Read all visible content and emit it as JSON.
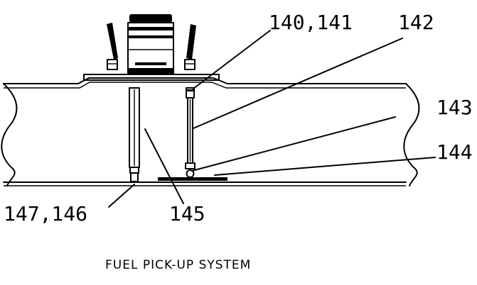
{
  "callouts": {
    "c140_141": "140,141",
    "c142": "142",
    "c143": "143",
    "c144": "144",
    "c145": "145",
    "c147_146": "147,146"
  },
  "caption": "FUEL PICK-UP SYSTEM"
}
